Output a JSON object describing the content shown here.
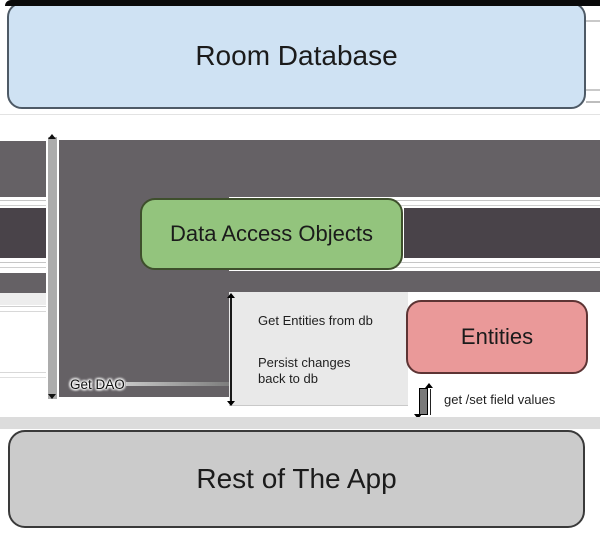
{
  "nodes": {
    "room": {
      "label": "Room Database",
      "fill": "#cfe2f3"
    },
    "dao": {
      "label": "Data Access Objects",
      "fill": "#93c47d"
    },
    "entities": {
      "label": "Entities",
      "fill": "#ea9999"
    },
    "app": {
      "label": "Rest of The App",
      "fill": "#cbcbcb"
    }
  },
  "edges": {
    "get_dao": {
      "label": "Get DAO"
    },
    "get_entities": {
      "label": "Get Entities from db"
    },
    "persist": {
      "label_line1": "Persist changes",
      "label_line2": "back to db"
    },
    "get_set": {
      "label": "get /set field values"
    }
  },
  "colors": {
    "arrow_band_gray": "#656165",
    "arrow_band_dark": "#494349",
    "connector_gray": "#acacac",
    "label_panel_gray": "#e9e9e9",
    "bottom_stripe_gray": "#dcdcdc",
    "top_bar_black": "#0a0a0a"
  }
}
